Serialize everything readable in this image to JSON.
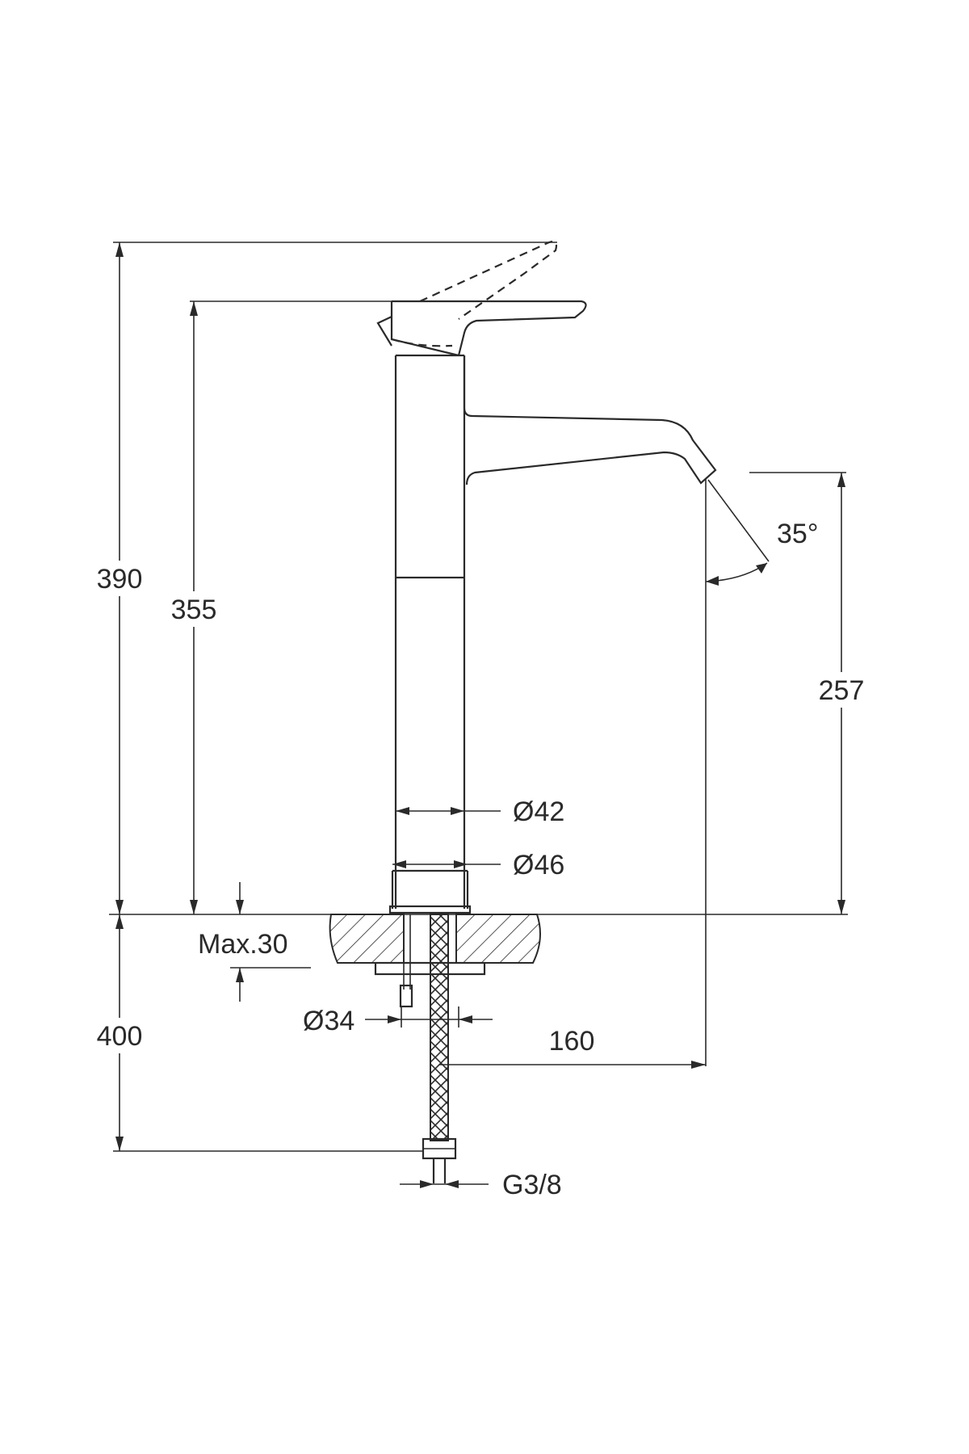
{
  "dimensions": {
    "total_height": "390",
    "lever_height": "355",
    "spout_outlet_height": "257",
    "spout_angle": "35°",
    "body_diameter_upper": "Ø42",
    "body_diameter_base": "Ø46",
    "max_deck_thickness": "Max.30",
    "mounting_hole_diameter": "Ø34",
    "hose_length": "400",
    "spout_projection": "160",
    "connection_thread": "G3/8"
  }
}
